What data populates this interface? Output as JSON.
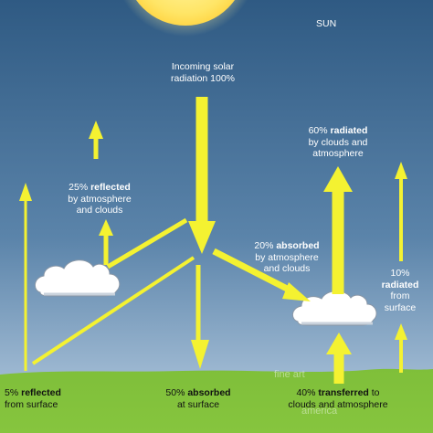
{
  "sun_label": "SUN",
  "labels": {
    "incoming": {
      "line1": "Incoming solar",
      "line2": "radiation 100%"
    },
    "reflected_atmo": {
      "pct": "25%",
      "bold": "reflected",
      "line2": "by atmosphere",
      "line3": "and clouds"
    },
    "radiated_clouds": {
      "pct": "60%",
      "bold": "radiated",
      "line2": "by clouds and",
      "line3": "atmosphere"
    },
    "absorbed_atmo": {
      "pct": "20%",
      "bold": "absorbed",
      "line2": "by atmosphere",
      "line3": "and clouds"
    },
    "radiated_surface": {
      "line1": "10%",
      "bold": "radiated",
      "line3": "from",
      "line4": "surface"
    },
    "reflected_surface": {
      "pct": "5%",
      "bold": "reflected",
      "line2": "from surface"
    },
    "absorbed_surface": {
      "pct": "50%",
      "bold": "absorbed",
      "line2": "at surface"
    },
    "transferred": {
      "pct": "40%",
      "bold": "transferred",
      "tail": "to",
      "line2": "clouds and atmosphere"
    }
  },
  "watermark": {
    "line1": "fine art",
    "line2": "america"
  },
  "colors": {
    "arrow_yellow": "#f4f231",
    "sky_top": "#2f5a83",
    "sky_bottom": "#b9cee2",
    "ground": "#86c53e",
    "sun": "#ffe566"
  }
}
